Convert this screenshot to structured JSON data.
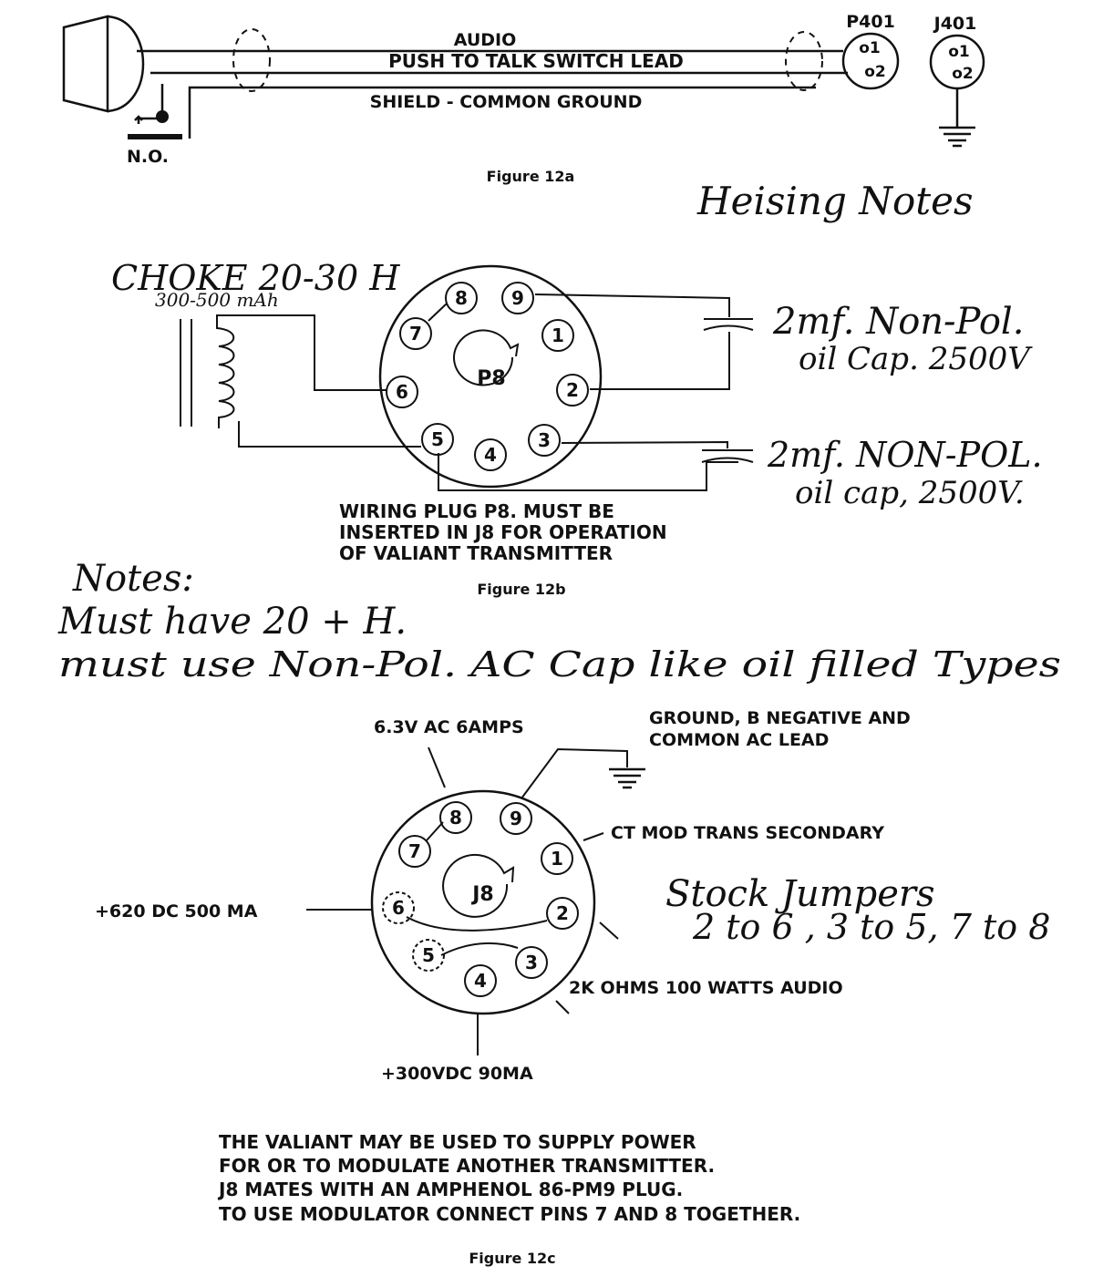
{
  "fig12a": {
    "audio": "AUDIO",
    "ptt": "PUSH TO TALK SWITCH LEAD",
    "shield": "SHIELD - COMMON GROUND",
    "no": "N.O.",
    "p401": "P401",
    "j401": "J401",
    "p401_pins": [
      "o1",
      "o2"
    ],
    "j401_pins": [
      "o1",
      "o2"
    ],
    "caption": "Figure 12a"
  },
  "heising_notes": "Heising Notes",
  "fig12b": {
    "choke_line1": "CHOKE 20-30 H",
    "choke_line2": "300-500 mAh",
    "cap1_line1": "2mf. Non-Pol.",
    "cap1_line2": "oil Cap. 2500V",
    "cap2_line1": "2mf. NON-POL.",
    "cap2_line2": "oil cap, 2500V.",
    "plug_label": "P8",
    "note_line1": "WIRING PLUG P8. MUST BE",
    "note_line2": "INSERTED IN J8 FOR OPERATION",
    "note_line3": "OF VALIANT TRANSMITTER",
    "caption": "Figure 12b",
    "pins": [
      "1",
      "2",
      "3",
      "4",
      "5",
      "6",
      "7",
      "8",
      "9"
    ]
  },
  "notes": {
    "title": "Notes:",
    "line1": "Must have 20 + H.",
    "line2": "must use Non-Pol. AC Cap like oil filled Types"
  },
  "fig12c": {
    "label_63v": "6.3V AC 6AMPS",
    "label_ground1": "GROUND, B NEGATIVE AND",
    "label_ground2": "COMMON AC LEAD",
    "label_ct": "CT MOD TRANS SECONDARY",
    "label_620": "+620 DC 500 MA",
    "label_2k": "2K OHMS 100 WATTS AUDIO",
    "label_300": "+300VDC 90MA",
    "jack_label": "J8",
    "stock_line1": "Stock Jumpers",
    "stock_line2": "2 to 6 , 3 to 5, 7 to 8",
    "note_line1": "THE VALIANT MAY BE USED TO SUPPLY POWER",
    "note_line2": "FOR OR TO MODULATE ANOTHER TRANSMITTER.",
    "note_line3": "J8 MATES WITH AN AMPHENOL 86-PM9 PLUG.",
    "note_line4": "TO USE MODULATOR CONNECT PINS 7 AND 8 TOGETHER.",
    "caption": "Figure 12c",
    "pins": [
      "1",
      "2",
      "3",
      "4",
      "5",
      "6",
      "7",
      "8",
      "9"
    ]
  }
}
